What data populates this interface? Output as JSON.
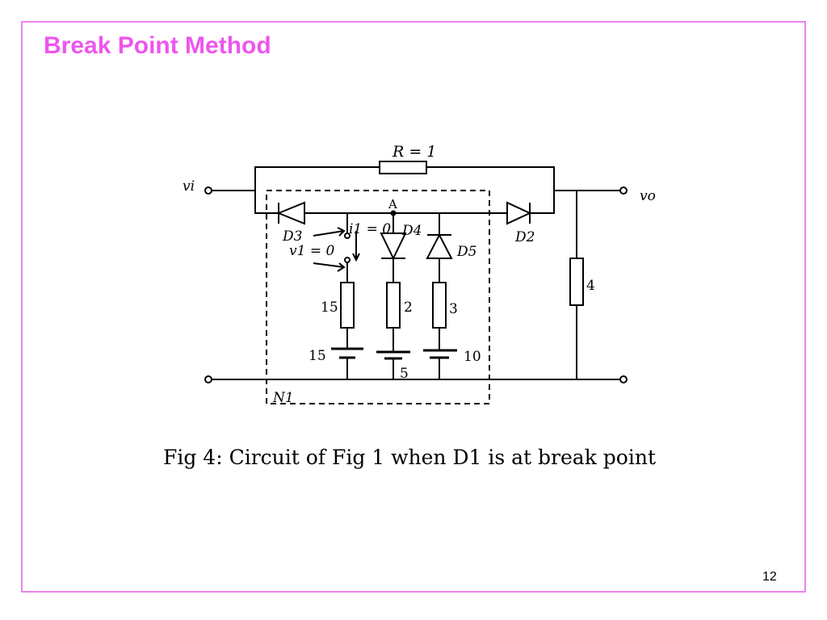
{
  "slide": {
    "title": "Break Point Method",
    "caption": "Fig 4: Circuit of Fig 1 when D1 is at break point",
    "page_number": "12",
    "frame_color": "#ee82ee",
    "title_color": "#ee55ee"
  },
  "circuit": {
    "label_r": "R = 1",
    "label_vi": "vi",
    "label_vo": "vo",
    "label_node_a": "A",
    "label_i1": "i1 = 0",
    "label_v1": "v1 = 0",
    "label_d3": "D3",
    "label_d4": "D4",
    "label_d5": "D5",
    "label_d2": "D2",
    "label_r15": "15",
    "label_r2": "2",
    "label_r3": "3",
    "label_r4": "4",
    "label_b15": "15",
    "label_b5": "5",
    "label_b10": "10",
    "label_n1": "N1"
  }
}
